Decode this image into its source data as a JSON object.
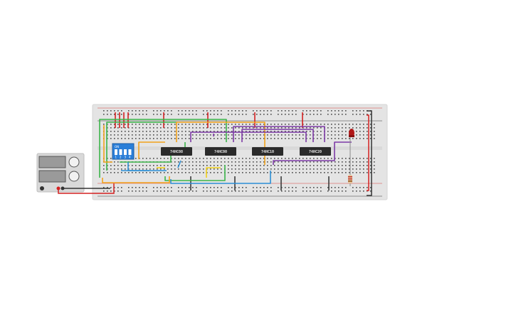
{
  "circuit": {
    "chips": [
      {
        "id": "u1",
        "label": "74HC08"
      },
      {
        "id": "u2",
        "label": "74HC00"
      },
      {
        "id": "u3",
        "label": "74HC10"
      },
      {
        "id": "u4",
        "label": "74HC20"
      }
    ],
    "dip_switch": {
      "label": "ON",
      "switches": [
        "1",
        "2",
        "3",
        "4"
      ]
    },
    "colors": {
      "board": "#e4e4e4",
      "hole": "#4a4a4a",
      "rail_red": "#d8413a",
      "rail_black": "#333333",
      "chip": "#2b2b2b",
      "dip": "#2a7ed8",
      "led": "#b01818",
      "wire_red": "#d42020",
      "wire_green": "#3bb54a",
      "wire_orange": "#f2a21b",
      "wire_purple": "#7d3aa6",
      "wire_blue": "#2c8fd6",
      "wire_yellow": "#f1d11a",
      "wire_dark": "#3a3a3a"
    }
  }
}
